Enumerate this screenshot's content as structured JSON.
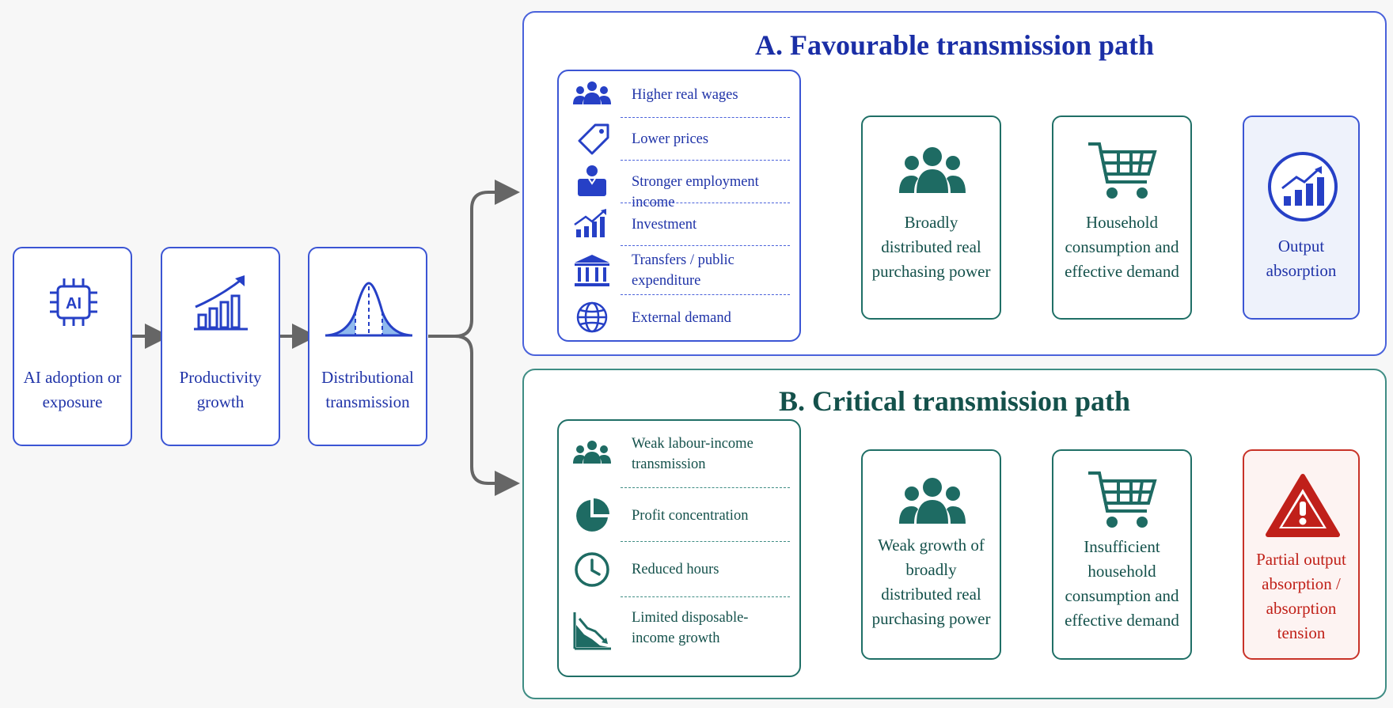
{
  "left_chain": {
    "ai": "AI adoption or exposure",
    "productivity": "Productivity growth",
    "distributional": "Distributional transmission"
  },
  "path_a": {
    "title": "A. Favourable transmission path",
    "factors": [
      {
        "label": "Higher real wages",
        "icon": "people-icon"
      },
      {
        "label": "Lower prices",
        "icon": "price-tag-icon"
      },
      {
        "label": "Stronger employment income",
        "icon": "worker-icon"
      },
      {
        "label": "Investment",
        "icon": "growth-chart-icon"
      },
      {
        "label": "Transfers / public expenditure",
        "icon": "government-building-icon"
      },
      {
        "label": "External demand",
        "icon": "globe-icon"
      }
    ],
    "purchasing_power": "Broadly distributed real purchasing power",
    "consumption": "Household consumption and effective demand",
    "output": "Output absorption"
  },
  "path_b": {
    "title": "B. Critical transmission path",
    "factors": [
      {
        "label": "Weak labour-income transmission",
        "icon": "people-icon"
      },
      {
        "label": "Profit concentration",
        "icon": "pie-chart-icon"
      },
      {
        "label": "Reduced hours",
        "icon": "clock-icon"
      },
      {
        "label": "Limited disposable-income growth",
        "icon": "declining-chart-icon"
      }
    ],
    "purchasing_power": "Weak growth of broadly distributed real purchasing power",
    "consumption": "Insufficient household consumption and effective demand",
    "output": "Partial output absorption / absorption tension"
  },
  "colors": {
    "blue_accent": "#3b55d4",
    "green_accent": "#1f6f66",
    "red_accent": "#c83228",
    "arrow": "#666666"
  }
}
